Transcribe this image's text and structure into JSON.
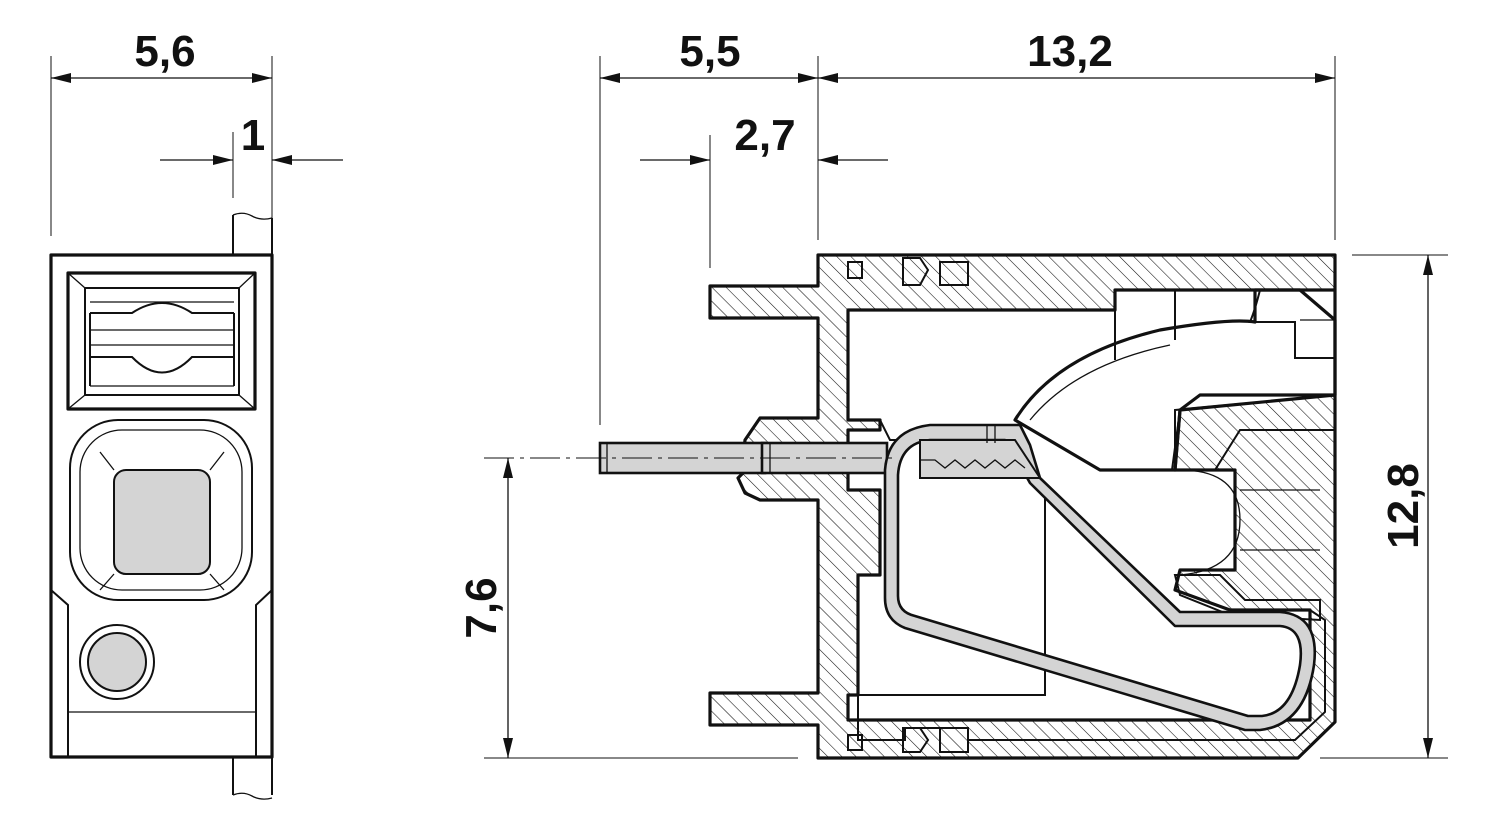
{
  "colors": {
    "line": "#111111",
    "gray_fill": "#d4d4d4",
    "background": "#ffffff"
  },
  "dimensions": {
    "front_width": "5,6",
    "front_pin": "1",
    "side_pin_length": "5,5",
    "side_solder_depth": "2,7",
    "side_body_depth": "13,2",
    "side_height": "12,8",
    "side_pin_height": "7,6"
  }
}
